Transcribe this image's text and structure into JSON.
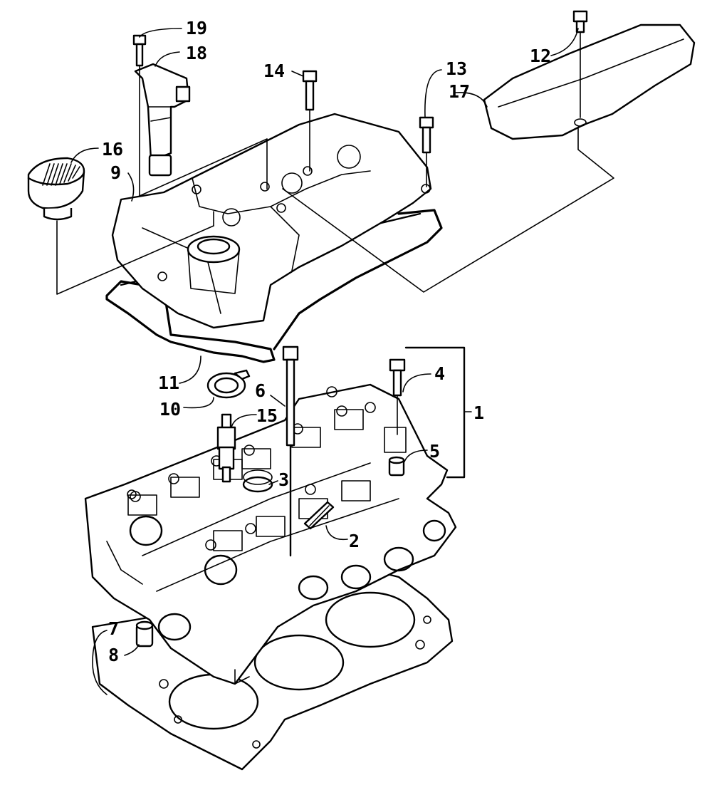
{
  "callouts": [
    {
      "id": "c1",
      "text": "1"
    },
    {
      "id": "c2",
      "text": "2"
    },
    {
      "id": "c3",
      "text": "3"
    },
    {
      "id": "c4",
      "text": "4"
    },
    {
      "id": "c5",
      "text": "5"
    },
    {
      "id": "c6",
      "text": "6"
    },
    {
      "id": "c7",
      "text": "7"
    },
    {
      "id": "c8",
      "text": "8"
    },
    {
      "id": "c9",
      "text": "9"
    },
    {
      "id": "c10",
      "text": "10"
    },
    {
      "id": "c11",
      "text": "11"
    },
    {
      "id": "c12",
      "text": "12"
    },
    {
      "id": "c13",
      "text": "13"
    },
    {
      "id": "c14",
      "text": "14"
    },
    {
      "id": "c15",
      "text": "15"
    },
    {
      "id": "c16",
      "text": "16"
    },
    {
      "id": "c17",
      "text": "17"
    },
    {
      "id": "c18",
      "text": "18"
    },
    {
      "id": "c19",
      "text": "19"
    }
  ]
}
